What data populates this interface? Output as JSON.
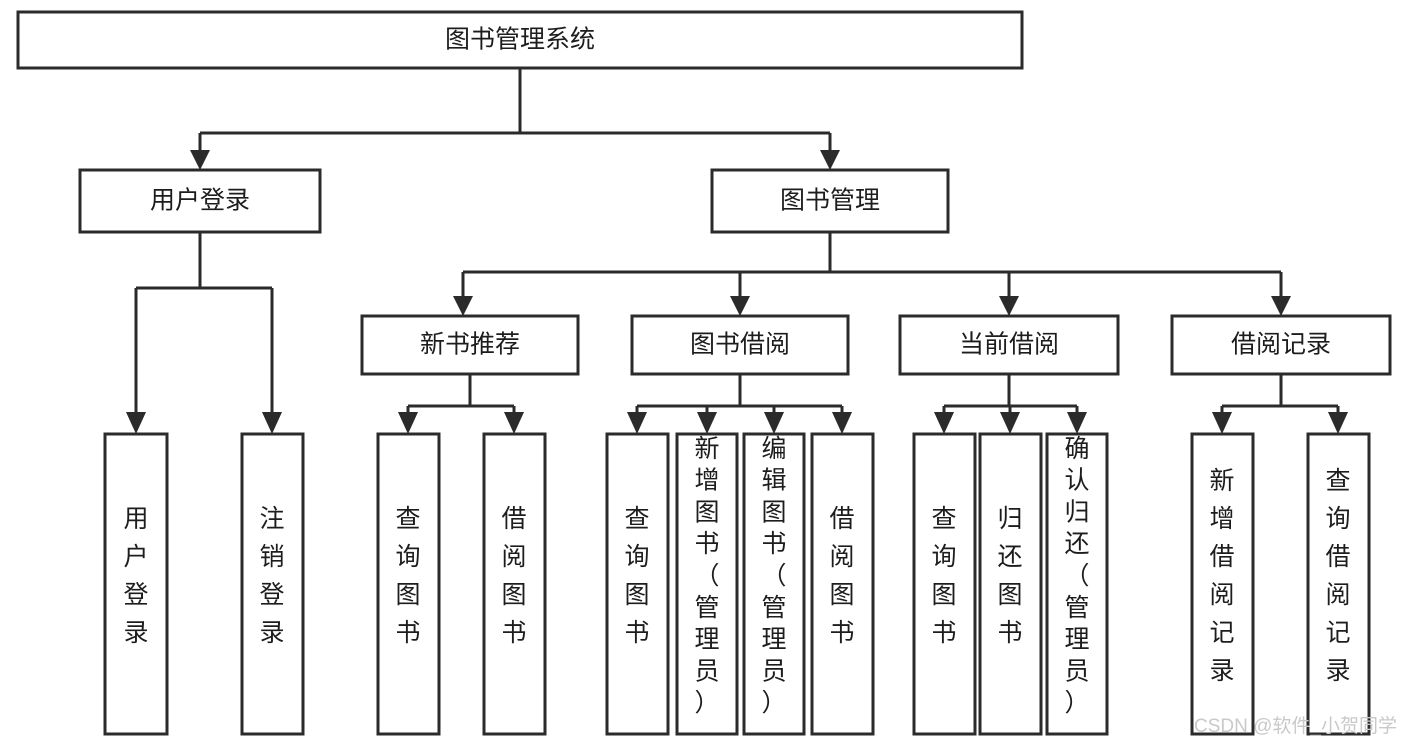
{
  "diagram": {
    "type": "tree-hierarchy",
    "title": "图书管理系统",
    "orientation": "top-down",
    "colors": {
      "box_stroke": "#2b2b2b",
      "box_fill": "#ffffff",
      "connector": "#2b2b2b",
      "text": "#1d1d1d",
      "background": "#ffffff",
      "watermark": "#c9c9c9"
    },
    "root": {
      "label": "图书管理系统"
    },
    "level2": [
      {
        "label": "用户登录"
      },
      {
        "label": "图书管理"
      }
    ],
    "level3": [
      {
        "label": "新书推荐"
      },
      {
        "label": "图书借阅"
      },
      {
        "label": "当前借阅"
      },
      {
        "label": "借阅记录"
      }
    ],
    "leaves": {
      "user_login": [
        {
          "label": "用户登录"
        },
        {
          "label": "注销登录"
        }
      ],
      "new_book_recommend": [
        {
          "label": "查询图书"
        },
        {
          "label": "借阅图书"
        }
      ],
      "book_borrow": [
        {
          "label": "查询图书"
        },
        {
          "label": "新增图书（管理员）"
        },
        {
          "label": "编辑图书（管理员）"
        },
        {
          "label": "借阅图书"
        }
      ],
      "current_borrow": [
        {
          "label": "查询图书"
        },
        {
          "label": "归还图书"
        },
        {
          "label": "确认归还（管理员）"
        }
      ],
      "borrow_record": [
        {
          "label": "新增借阅记录"
        },
        {
          "label": "查询借阅记录"
        }
      ]
    }
  },
  "watermark": {
    "text": "CSDN @软件_小贺同学"
  }
}
